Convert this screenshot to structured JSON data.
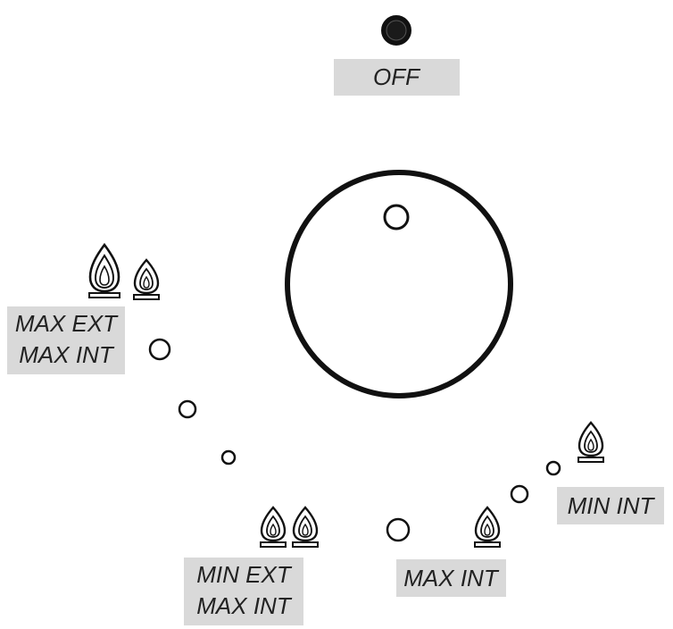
{
  "labels": {
    "off": "OFF",
    "max_ext_max_int": [
      "MAX EXT",
      "MAX INT"
    ],
    "min_ext_max_int": [
      "MIN EXT",
      "MAX INT"
    ],
    "max_int": "MAX INT",
    "min_int": "MIN INT"
  },
  "colors": {
    "stroke": "#111111",
    "label_bg": "#d9d9d9",
    "label_text": "#222222",
    "off_dot": "#111111"
  },
  "icons": {
    "flame": "flame-icon",
    "off_marker": "off-dot-icon"
  }
}
